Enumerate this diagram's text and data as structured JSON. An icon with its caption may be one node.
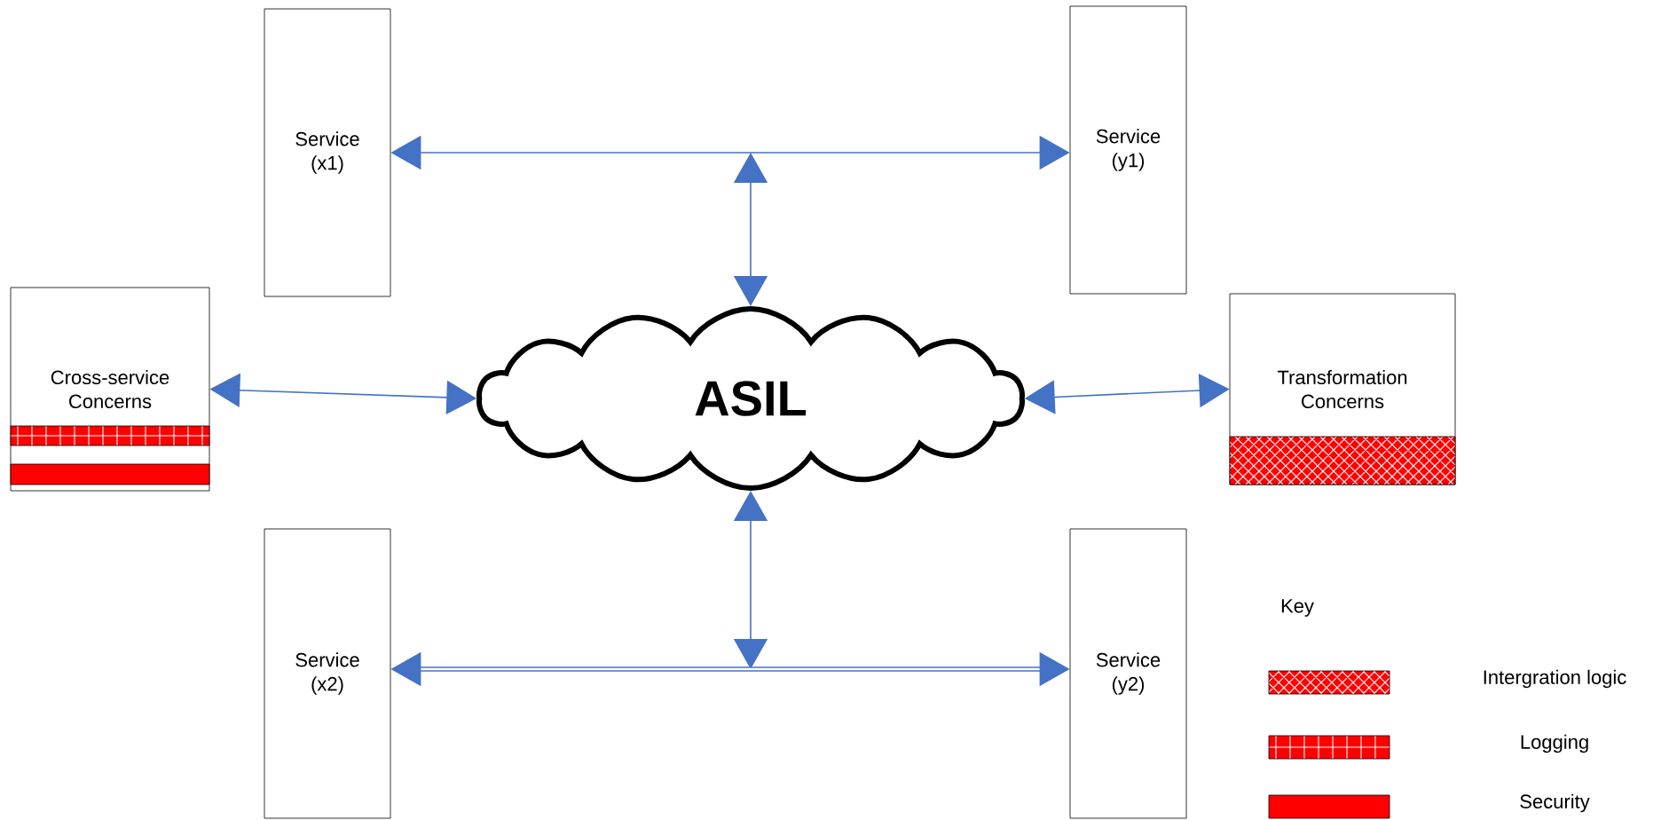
{
  "diagram": {
    "nodes": [
      {
        "text": [
          "Service (x1)"
        ]
      },
      {
        "text": [
          "Service (y1)"
        ]
      },
      {
        "text": [
          "Cross-service Concerns"
        ]
      },
      {
        "text": [
          "ASIL"
        ]
      },
      {
        "text": [
          "Transformation Concerns"
        ]
      },
      {
        "text": [
          "Service (x2)"
        ]
      },
      {
        "text": [
          "Service (y2)"
        ]
      }
    ],
    "edges": [
      {
        "from": 0,
        "to": 1,
        "arrow": "both"
      },
      {
        "from": 3,
        "to": null,
        "arrow": "both"
      },
      {
        "from": 2,
        "to": 3,
        "arrow": "both"
      },
      {
        "from": 3,
        "to": 4,
        "arrow": "both"
      },
      {
        "from": 3,
        "to": null,
        "arrow": "both"
      },
      {
        "from": 5,
        "to": 6,
        "arrow": "both",
        "style": "thick"
      }
    ],
    "labels": [
      "Key"
    ],
    "legend": [
      {
        "text": "Intergration logic",
        "color": "#ff0000"
      },
      {
        "text": "Logging",
        "color": "#ff0000"
      },
      {
        "text": "Security",
        "color": "#ff0000"
      }
    ]
  }
}
